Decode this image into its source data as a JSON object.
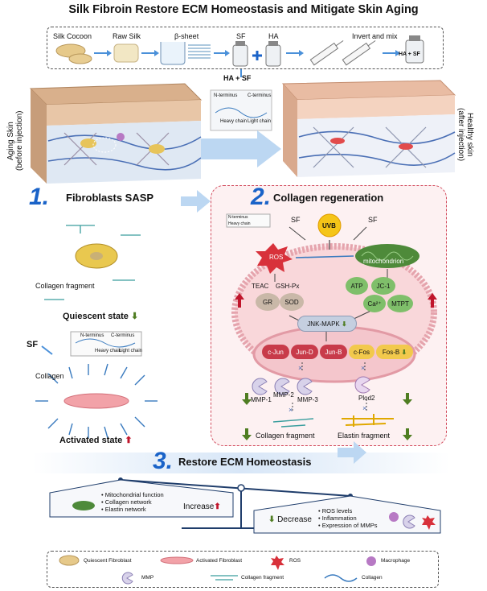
{
  "title": "Silk Fibroin Restore ECM Homeostasis and Mitigate Skin Aging",
  "process": {
    "steps": [
      "Silk Cocoon",
      "Raw Silk",
      "β-sheet",
      "SF",
      "HA",
      "Invert and mix"
    ],
    "vial_label": "HA + SF",
    "combined_label": "HA + SF",
    "chain": {
      "n_terminus": "N-terminus",
      "c_terminus": "C-terminus",
      "heavy": "Heavy chain",
      "light": "Light chain"
    }
  },
  "skin": {
    "left_label_line1": "Aging Skin",
    "left_label_line2": "(before injection)",
    "right_label_line1": "Healthy skin",
    "right_label_line2": "(after injection)"
  },
  "section1": {
    "number": "1.",
    "title": "Fibroblasts SASP",
    "collagen_fragment": "Collagen fragment",
    "quiescent": "Quiescent state",
    "sf": "SF",
    "collagen": "Collagen",
    "activated": "Activated state"
  },
  "section2": {
    "number": "2.",
    "title": "Collagen regeneration",
    "sf_left": "SF",
    "sf_right": "SF",
    "uvb": "UVB",
    "ros": "ROS",
    "mitochondrion": "mitochondrion",
    "antioxidants": [
      "TEAC",
      "GSH-Px",
      "GR",
      "SOD"
    ],
    "mito_markers": [
      "ATP",
      "JC-1",
      "Ca²⁺",
      "MTPT"
    ],
    "pathway": "JNK-MAPK",
    "tfs": [
      "c-Jun",
      "Jun-D",
      "Jun-B",
      "c-Fos",
      "Fos-B"
    ],
    "mmps": [
      "MMP-1",
      "MMP-2",
      "MMP-3"
    ],
    "plod": "Plod2",
    "collagen_fragment": "Collagen fragment",
    "elastin_fragment": "Elastin fragment"
  },
  "section3": {
    "number": "3.",
    "title": "Restore ECM Homeostasis",
    "increase_items": [
      "Mitochondrial function",
      "Collagen network",
      "Elastin network"
    ],
    "increase_label": "Increase",
    "decrease_label": "Decrease",
    "decrease_items": [
      "ROS levels",
      "Inflammation",
      "Expression of MMPs"
    ]
  },
  "legend": [
    {
      "key": "quiescent",
      "label": "Quiescent Fibroblast"
    },
    {
      "key": "activated",
      "label": "Activated Fibroblast"
    },
    {
      "key": "ros",
      "label": "ROS"
    },
    {
      "key": "macrophage",
      "label": "Macrophage"
    },
    {
      "key": "mmp",
      "label": "MMP"
    },
    {
      "key": "fragment",
      "label": "Collagen fragment"
    },
    {
      "key": "collagen",
      "label": "Collagen"
    }
  ],
  "colors": {
    "accent_blue": "#1a63c8",
    "up_red": "#c0152b",
    "down_green": "#4f7d22",
    "ros_red": "#d8313b",
    "mito_green": "#4e8a3a",
    "uvb_yellow": "#f5c518"
  }
}
